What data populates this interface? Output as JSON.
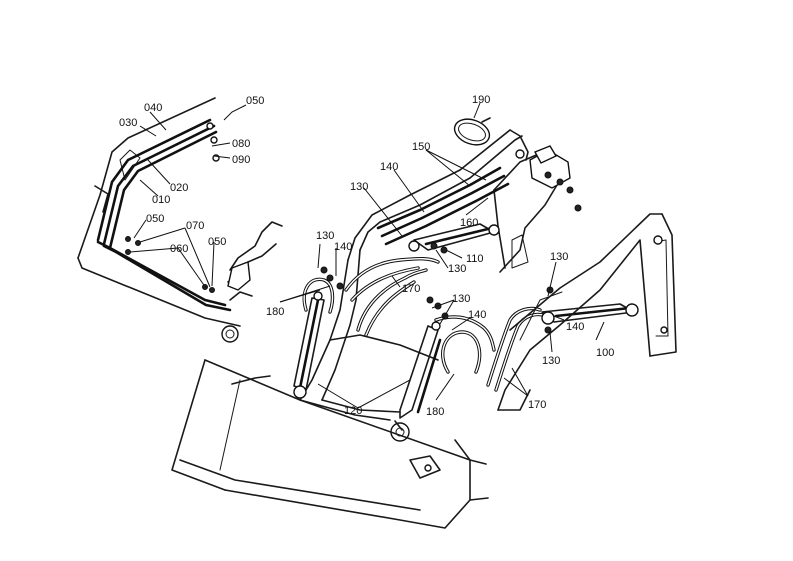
{
  "callouts": [
    {
      "id": "c050a",
      "text": "050"
    },
    {
      "id": "c040",
      "text": "040"
    },
    {
      "id": "c030",
      "text": "030"
    },
    {
      "id": "c080",
      "text": "080"
    },
    {
      "id": "c090",
      "text": "090"
    },
    {
      "id": "c020",
      "text": "020"
    },
    {
      "id": "c010",
      "text": "010"
    },
    {
      "id": "c050b",
      "text": "050"
    },
    {
      "id": "c070",
      "text": "070"
    },
    {
      "id": "c060",
      "text": "060"
    },
    {
      "id": "c050c",
      "text": "050"
    },
    {
      "id": "c190",
      "text": "190"
    },
    {
      "id": "c150",
      "text": "150"
    },
    {
      "id": "c140a",
      "text": "140"
    },
    {
      "id": "c130a",
      "text": "130"
    },
    {
      "id": "c160",
      "text": "160"
    },
    {
      "id": "c130b",
      "text": "130"
    },
    {
      "id": "c140b",
      "text": "140"
    },
    {
      "id": "c130c",
      "text": "130"
    },
    {
      "id": "c110",
      "text": "110"
    },
    {
      "id": "c170a",
      "text": "170"
    },
    {
      "id": "c180a",
      "text": "180"
    },
    {
      "id": "c130d",
      "text": "130"
    },
    {
      "id": "c140c",
      "text": "140"
    },
    {
      "id": "c130e",
      "text": "130"
    },
    {
      "id": "c140d",
      "text": "140"
    },
    {
      "id": "c100",
      "text": "100"
    },
    {
      "id": "c130f",
      "text": "130"
    },
    {
      "id": "c120",
      "text": "120"
    },
    {
      "id": "c180b",
      "text": "180"
    },
    {
      "id": "c170b",
      "text": "170"
    }
  ]
}
